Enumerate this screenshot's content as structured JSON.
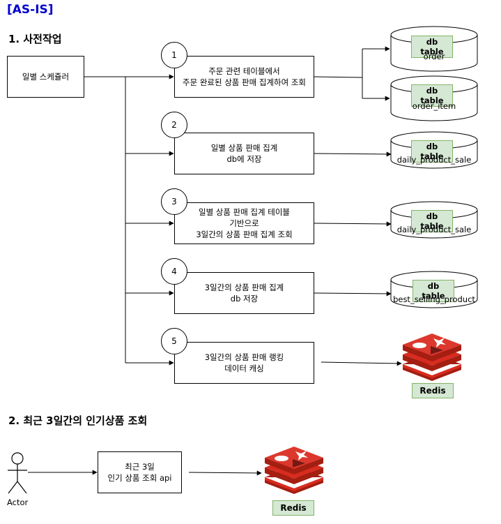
{
  "header": "[AS-IS]",
  "section1": "1. 사전작업",
  "section2": "2. 최근 3일간의 인기상품 조회",
  "scheduler": "일별 스케쥴러",
  "steps": [
    {
      "num": "1",
      "text": "주문 관련 테이블에서\n주문 완료된 상품 판매 집계하여 조회"
    },
    {
      "num": "2",
      "text": "일별 상품 판매 집계\ndb에 저장"
    },
    {
      "num": "3",
      "text": "일별 상품 판매 집계 테이블\n기반으로\n3일간의 상품 판매 집계 조회"
    },
    {
      "num": "4",
      "text": "3일간의 상품 판매 집계\ndb 저장"
    },
    {
      "num": "5",
      "text": "3일간의 상품 판매 랭킹\n데이터 캐싱"
    }
  ],
  "db_tag": "db table",
  "tables": [
    "order",
    "order_item",
    "daily_product_sale",
    "daily_product_sale",
    "best_selling_product"
  ],
  "redis_label": "Redis",
  "actor": "Actor",
  "api_box": "최근 3일\n인기 상품 조회 api",
  "colors": {
    "header": "#0000cc",
    "tag_fill": "#d5e8d4",
    "tag_border": "#82b366",
    "redis": "#d82c20"
  }
}
